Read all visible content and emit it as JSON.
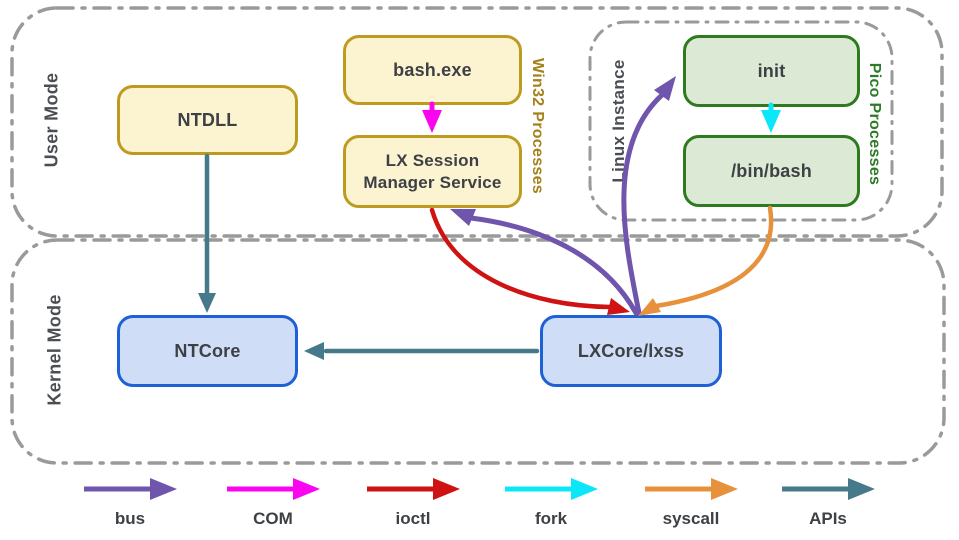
{
  "colors": {
    "bus": "#6F55AC",
    "com": "#FA05F0",
    "ioctl": "#CE1312",
    "fork": "#0BE6F8",
    "syscall": "#E8913C",
    "apis": "#467A8A",
    "region_border": "#9A9A9A",
    "yellow_fill": "#FCF3D1",
    "yellow_border": "#BE9B20",
    "green_fill": "#DCE9D4",
    "green_border": "#2E7A1E",
    "blue_fill": "#CFDDF6",
    "blue_border": "#1E60D5",
    "node_text": "#3D4145",
    "mode_label": "#4A4E52",
    "win32_label": "#A5811C",
    "pico_label": "#2E7A28"
  },
  "regions": {
    "user_mode": {
      "label": "User Mode"
    },
    "kernel_mode": {
      "label": "Kernel Mode"
    },
    "linux_instance": {
      "label": "Linux Instance"
    }
  },
  "group_labels": {
    "win32_processes": "Win32 Processes",
    "pico_processes": "Pico Processes"
  },
  "nodes": {
    "ntdll": {
      "label": "NTDLL"
    },
    "bash_exe": {
      "label": "bash.exe"
    },
    "lx_session_manager": {
      "label": "LX Session Manager Service"
    },
    "init": {
      "label": "init"
    },
    "bin_bash": {
      "label": "/bin/bash"
    },
    "ntcore": {
      "label": "NTCore"
    },
    "lxcore": {
      "label": "LXCore/lxss"
    }
  },
  "edges": [
    {
      "from": "bash.exe",
      "to": "LX Session Manager Service",
      "type": "COM"
    },
    {
      "from": "init",
      "to": "/bin/bash",
      "type": "fork"
    },
    {
      "from": "NTDLL",
      "to": "NTCore",
      "type": "APIs"
    },
    {
      "from": "LXCore/lxss",
      "to": "NTCore",
      "type": "APIs"
    },
    {
      "from": "LX Session Manager Service",
      "to": "LXCore/lxss",
      "type": "ioctl"
    },
    {
      "from": "LXCore/lxss",
      "to": "LX Session Manager Service",
      "type": "bus"
    },
    {
      "from": "LXCore/lxss",
      "to": "init",
      "type": "bus"
    },
    {
      "from": "/bin/bash",
      "to": "LXCore/lxss",
      "type": "syscall"
    }
  ],
  "legend": {
    "items": [
      {
        "label": "bus",
        "type": "bus"
      },
      {
        "label": "COM",
        "type": "com"
      },
      {
        "label": "ioctl",
        "type": "ioctl"
      },
      {
        "label": "fork",
        "type": "fork"
      },
      {
        "label": "syscall",
        "type": "syscall"
      },
      {
        "label": "APIs",
        "type": "apis"
      }
    ]
  }
}
